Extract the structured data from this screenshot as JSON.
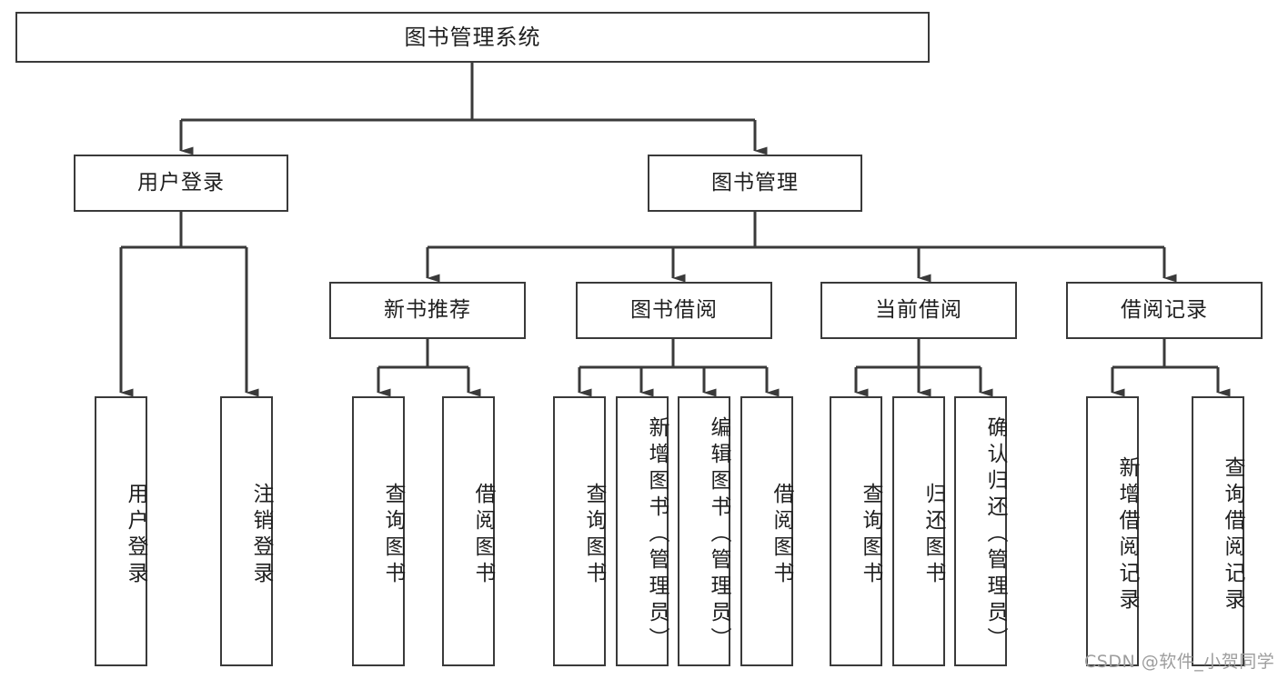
{
  "diagram": {
    "type": "tree",
    "title": "图书管理系统",
    "background_color": "#ffffff",
    "line_color": "#3a3a3a",
    "box_border_color": "#3a3a3a",
    "text_color": "#1f1f1f",
    "root": {
      "label": "图书管理系统",
      "children": [
        {
          "label": "用户登录",
          "children": [
            {
              "label": "用户登录"
            },
            {
              "label": "注销登录"
            }
          ]
        },
        {
          "label": "图书管理",
          "children": [
            {
              "label": "新书推荐",
              "children": [
                {
                  "label": "查询图书"
                },
                {
                  "label": "借阅图书"
                }
              ]
            },
            {
              "label": "图书借阅",
              "children": [
                {
                  "label": "查询图书"
                },
                {
                  "label": "新增图书（管理员）"
                },
                {
                  "label": "编辑图书（管理员）"
                },
                {
                  "label": "借阅图书"
                }
              ]
            },
            {
              "label": "当前借阅",
              "children": [
                {
                  "label": "查询图书"
                },
                {
                  "label": "归还图书"
                },
                {
                  "label": "确认归还（管理员）"
                }
              ]
            },
            {
              "label": "借阅记录",
              "children": [
                {
                  "label": "新增借阅记录"
                },
                {
                  "label": "查询借阅记录"
                }
              ]
            }
          ]
        }
      ]
    }
  },
  "nodes": {
    "root": "图书管理系统",
    "l2": {
      "user_login": "用户登录",
      "book_manage": "图书管理"
    },
    "l3": {
      "new_book": "新书推荐",
      "book_borrow": "图书借阅",
      "current_borrow": "当前借阅",
      "borrow_record": "借阅记录"
    },
    "leaves": {
      "user_login_1": "用户登录",
      "user_login_2": "注销登录",
      "new_book_1": "查询图书",
      "new_book_2": "借阅图书",
      "borrow_1": "查询图书",
      "borrow_2": "新增图书（管理员）",
      "borrow_3": "编辑图书（管理员）",
      "borrow_4": "借阅图书",
      "current_1": "查询图书",
      "current_2": "归还图书",
      "current_3": "确认归还（管理员）",
      "record_1": "新增借阅记录",
      "record_2": "查询借阅记录"
    }
  },
  "watermark": {
    "text": "CSDN @软件_小贺同学"
  }
}
